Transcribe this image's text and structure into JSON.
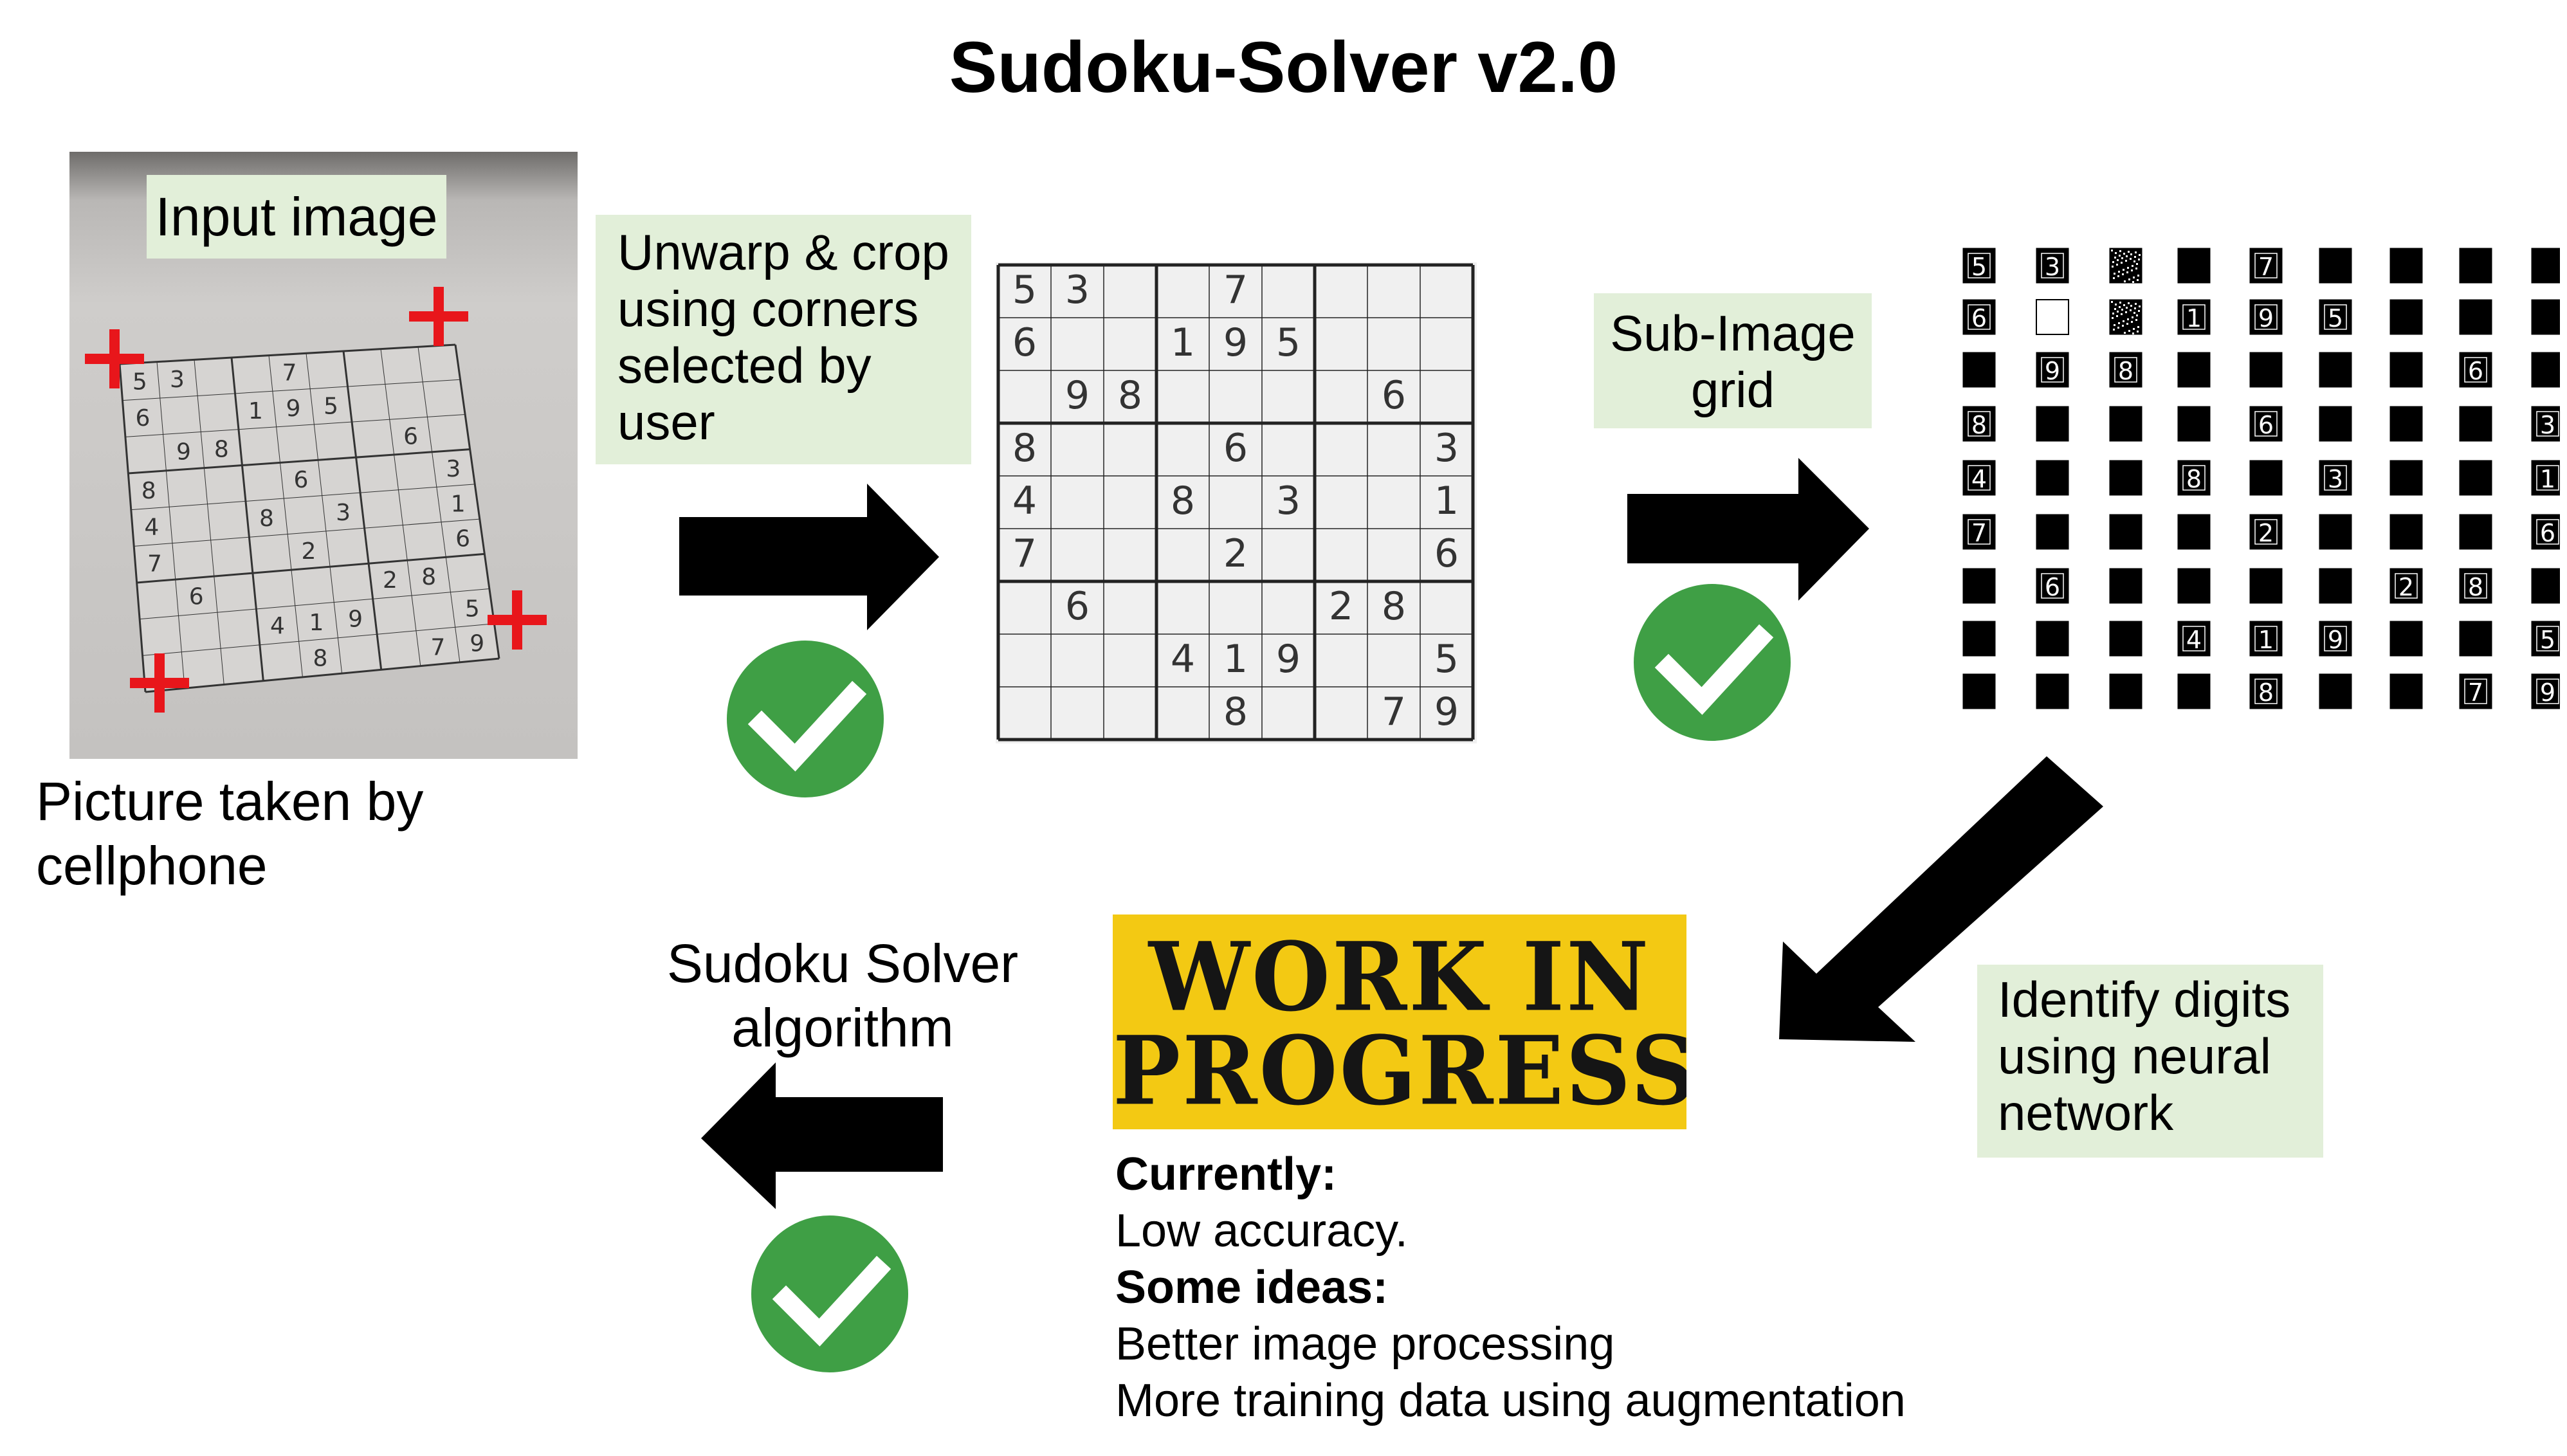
{
  "title": "Sudoku-Solver v2.0",
  "input_image_label": "Input image",
  "photo_caption": "Picture taken by cellphone",
  "step_unwarp": [
    "Unwarp & crop",
    "using corners",
    "selected by",
    "user"
  ],
  "step_subimage": [
    "Sub-Image",
    "grid"
  ],
  "step_identify": [
    "Identify digits",
    "using neural",
    "network"
  ],
  "solver_label": [
    "Sudoku Solver",
    "algorithm"
  ],
  "wip_banner": [
    "WORK IN",
    "PROGRESS"
  ],
  "notes": {
    "currently_heading": "Currently:",
    "currently_text": "Low accuracy.",
    "ideas_heading": "Some ideas:",
    "ideas": [
      "Better image processing",
      "More training data using augmentation"
    ]
  },
  "sudoku_grid": [
    [
      "5",
      "3",
      "",
      "",
      "7",
      "",
      "",
      "",
      ""
    ],
    [
      "6",
      "",
      "",
      "1",
      "9",
      "5",
      "",
      "",
      ""
    ],
    [
      "",
      "9",
      "8",
      "",
      "",
      "",
      "",
      "6",
      ""
    ],
    [
      "8",
      "",
      "",
      "",
      "6",
      "",
      "",
      "",
      "3"
    ],
    [
      "4",
      "",
      "",
      "8",
      "",
      "3",
      "",
      "",
      "1"
    ],
    [
      "7",
      "",
      "",
      "",
      "2",
      "",
      "",
      "",
      "6"
    ],
    [
      "",
      "6",
      "",
      "",
      "",
      "",
      "2",
      "8",
      ""
    ],
    [
      "",
      "",
      "",
      "4",
      "1",
      "9",
      "",
      "",
      "5"
    ],
    [
      "",
      "",
      "",
      "",
      "8",
      "",
      "",
      "7",
      "9"
    ]
  ],
  "colors": {
    "check_green": "#3f9f45",
    "marker_red": "#e8161b",
    "label_bg": "#e2efd9",
    "banner_yellow": "#f3c913"
  },
  "icons": [
    "right-arrow-icon",
    "down-left-arrow-icon",
    "left-arrow-icon",
    "checkmark-icon",
    "corner-marker-icon"
  ]
}
